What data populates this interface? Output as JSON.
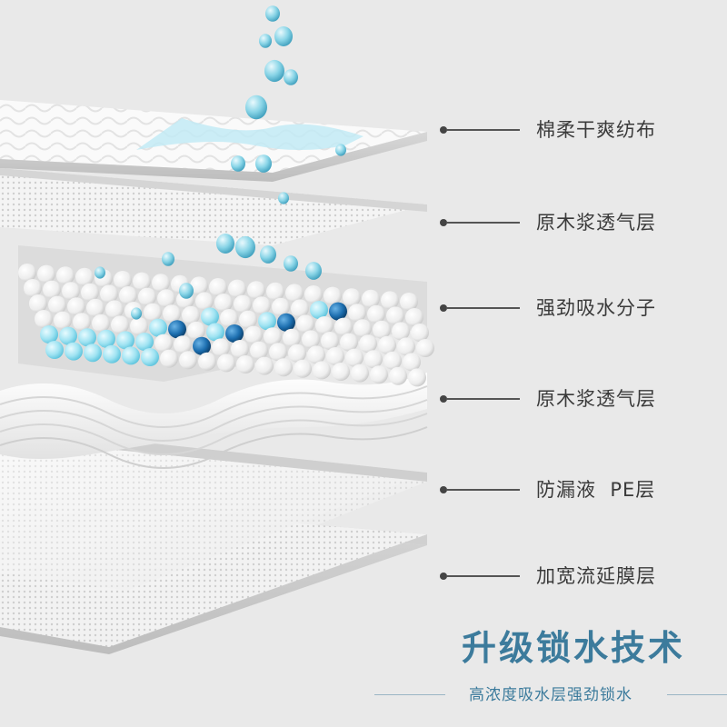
{
  "layers": [
    {
      "label": "棉柔干爽纺布"
    },
    {
      "label": "原木浆透气层"
    },
    {
      "label": "强劲吸水分子"
    },
    {
      "label": "原木浆透气层"
    },
    {
      "label": "防漏液  PE层"
    },
    {
      "label": "加宽流延膜层"
    }
  ],
  "headline": "升级锁水技术",
  "subheadline": "高浓度吸水层强劲锁水",
  "colors": {
    "background": "#e9e9e9",
    "headline": "#3c7b9c",
    "water": "#6fc6df",
    "absorbent_blue": "#1d6fb0",
    "label_text": "#3a3a3a"
  }
}
